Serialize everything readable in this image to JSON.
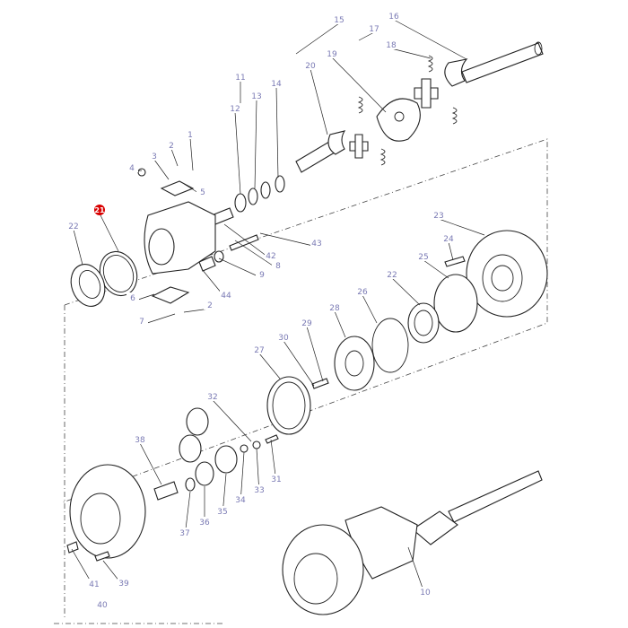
{
  "highlight_color": "#d90000",
  "label_color": "#7a7ab4",
  "highlighted_part": "21",
  "callouts": [
    {
      "id": "1"
    },
    {
      "id": "2"
    },
    {
      "id": "3"
    },
    {
      "id": "4"
    },
    {
      "id": "5"
    },
    {
      "id": "6"
    },
    {
      "id": "7"
    },
    {
      "id": "2"
    },
    {
      "id": "8"
    },
    {
      "id": "9"
    },
    {
      "id": "10"
    },
    {
      "id": "11"
    },
    {
      "id": "12"
    },
    {
      "id": "13"
    },
    {
      "id": "14"
    },
    {
      "id": "15"
    },
    {
      "id": "16"
    },
    {
      "id": "17"
    },
    {
      "id": "18"
    },
    {
      "id": "19"
    },
    {
      "id": "20"
    },
    {
      "id": "21"
    },
    {
      "id": "22"
    },
    {
      "id": "22"
    },
    {
      "id": "23"
    },
    {
      "id": "24"
    },
    {
      "id": "25"
    },
    {
      "id": "26"
    },
    {
      "id": "27"
    },
    {
      "id": "28"
    },
    {
      "id": "29"
    },
    {
      "id": "30"
    },
    {
      "id": "31"
    },
    {
      "id": "32"
    },
    {
      "id": "33"
    },
    {
      "id": "34"
    },
    {
      "id": "35"
    },
    {
      "id": "36"
    },
    {
      "id": "37"
    },
    {
      "id": "38"
    },
    {
      "id": "39"
    },
    {
      "id": "40"
    },
    {
      "id": "41"
    },
    {
      "id": "42"
    },
    {
      "id": "43"
    },
    {
      "id": "44"
    }
  ]
}
